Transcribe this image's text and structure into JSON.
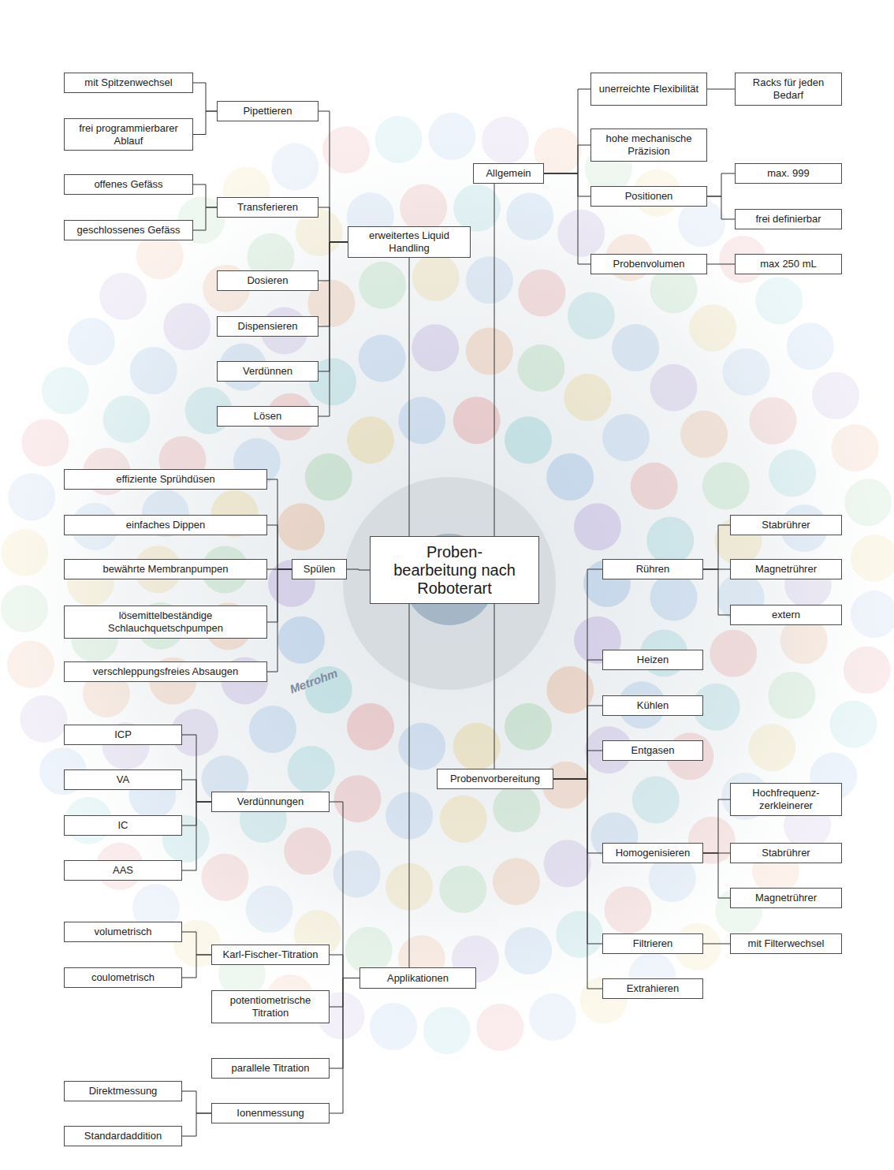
{
  "diagram": {
    "nodes": [
      {
        "text": [
          "Proben- bearbeitung nach Roboterart"
        ]
      },
      {
        "text": [
          "Allgemein"
        ]
      },
      {
        "text": [
          "unerreichte Flexibilität"
        ]
      },
      {
        "text": [
          "Racks für jeden Bedarf"
        ]
      },
      {
        "text": [
          "hohe mechanische Präzision"
        ]
      },
      {
        "text": [
          "Positionen"
        ]
      },
      {
        "text": [
          "max. 999"
        ]
      },
      {
        "text": [
          "frei definierbar"
        ]
      },
      {
        "text": [
          "Probenvolumen"
        ]
      },
      {
        "text": [
          "max 250 mL"
        ]
      },
      {
        "text": [
          "erweitertes Liquid Handling"
        ]
      },
      {
        "text": [
          "Pipettieren"
        ]
      },
      {
        "text": [
          "mit Spitzenwechsel"
        ]
      },
      {
        "text": [
          "frei programmierbarer Ablauf"
        ]
      },
      {
        "text": [
          "Transferieren"
        ]
      },
      {
        "text": [
          "offenes Gefäss"
        ]
      },
      {
        "text": [
          "geschlossenes Gefäss"
        ]
      },
      {
        "text": [
          "Dosieren"
        ]
      },
      {
        "text": [
          "Dispensieren"
        ]
      },
      {
        "text": [
          "Verdünnen"
        ]
      },
      {
        "text": [
          "Lösen"
        ]
      },
      {
        "text": [
          "Spülen"
        ]
      },
      {
        "text": [
          "effiziente Sprühdüsen"
        ]
      },
      {
        "text": [
          "einfaches Dippen"
        ]
      },
      {
        "text": [
          "bewährte Membranpumpen"
        ]
      },
      {
        "text": [
          "lösemittelbeständige Schlauchquetschpumpen"
        ]
      },
      {
        "text": [
          "verschleppungsfreies Absaugen"
        ]
      },
      {
        "text": [
          "Applikationen"
        ]
      },
      {
        "text": [
          "Verdünnungen"
        ]
      },
      {
        "text": [
          "ICP"
        ]
      },
      {
        "text": [
          "VA"
        ]
      },
      {
        "text": [
          "IC"
        ]
      },
      {
        "text": [
          "AAS"
        ]
      },
      {
        "text": [
          "Karl-Fischer-Titration"
        ]
      },
      {
        "text": [
          "volumetrisch"
        ]
      },
      {
        "text": [
          "coulometrisch"
        ]
      },
      {
        "text": [
          "potentiometrische Titration"
        ]
      },
      {
        "text": [
          "parallele Titration"
        ]
      },
      {
        "text": [
          "Ionenmessung"
        ]
      },
      {
        "text": [
          "Direktmessung"
        ]
      },
      {
        "text": [
          "Standardaddition"
        ]
      },
      {
        "text": [
          "Probenvorbereitung"
        ]
      },
      {
        "text": [
          "Rühren"
        ]
      },
      {
        "text": [
          "Stabrührer"
        ]
      },
      {
        "text": [
          "Magnetrührer"
        ]
      },
      {
        "text": [
          "extern"
        ]
      },
      {
        "text": [
          "Heizen"
        ]
      },
      {
        "text": [
          "Kühlen"
        ]
      },
      {
        "text": [
          "Entgasen"
        ]
      },
      {
        "text": [
          "Homogenisieren"
        ]
      },
      {
        "text": [
          "Hochfrequenz- zerkleinerer"
        ]
      },
      {
        "text": [
          "Stabrührer"
        ]
      },
      {
        "text": [
          "Magnetrührer"
        ]
      },
      {
        "text": [
          "Filtrieren"
        ]
      },
      {
        "text": [
          "mit Filterwechsel"
        ]
      },
      {
        "text": [
          "Extrahieren"
        ]
      }
    ],
    "edges": [
      {
        "from": 0,
        "to": 1,
        "arrow": "none"
      },
      {
        "from": 1,
        "to": 2,
        "arrow": "none"
      },
      {
        "from": 2,
        "to": 3,
        "arrow": "none"
      },
      {
        "from": 1,
        "to": 4,
        "arrow": "none"
      },
      {
        "from": 1,
        "to": 5,
        "arrow": "none"
      },
      {
        "from": 5,
        "to": 6,
        "arrow": "none"
      },
      {
        "from": 5,
        "to": 7,
        "arrow": "none"
      },
      {
        "from": 1,
        "to": 8,
        "arrow": "none"
      },
      {
        "from": 8,
        "to": 9,
        "arrow": "none"
      },
      {
        "from": 0,
        "to": 10,
        "arrow": "none"
      },
      {
        "from": 10,
        "to": 11,
        "arrow": "none"
      },
      {
        "from": 11,
        "to": 12,
        "arrow": "none"
      },
      {
        "from": 11,
        "to": 13,
        "arrow": "none"
      },
      {
        "from": 10,
        "to": 14,
        "arrow": "none"
      },
      {
        "from": 14,
        "to": 15,
        "arrow": "none"
      },
      {
        "from": 14,
        "to": 16,
        "arrow": "none"
      },
      {
        "from": 10,
        "to": 17,
        "arrow": "none"
      },
      {
        "from": 10,
        "to": 18,
        "arrow": "none"
      },
      {
        "from": 10,
        "to": 19,
        "arrow": "none"
      },
      {
        "from": 10,
        "to": 20,
        "arrow": "none"
      },
      {
        "from": 0,
        "to": 21,
        "arrow": "none"
      },
      {
        "from": 21,
        "to": 22,
        "arrow": "none"
      },
      {
        "from": 21,
        "to": 23,
        "arrow": "none"
      },
      {
        "from": 21,
        "to": 24,
        "arrow": "none"
      },
      {
        "from": 21,
        "to": 25,
        "arrow": "none"
      },
      {
        "from": 21,
        "to": 26,
        "arrow": "none"
      },
      {
        "from": 0,
        "to": 27,
        "arrow": "none"
      },
      {
        "from": 27,
        "to": 28,
        "arrow": "none"
      },
      {
        "from": 28,
        "to": 29,
        "arrow": "none"
      },
      {
        "from": 28,
        "to": 30,
        "arrow": "none"
      },
      {
        "from": 28,
        "to": 31,
        "arrow": "none"
      },
      {
        "from": 28,
        "to": 32,
        "arrow": "none"
      },
      {
        "from": 27,
        "to": 33,
        "arrow": "none"
      },
      {
        "from": 33,
        "to": 34,
        "arrow": "none"
      },
      {
        "from": 33,
        "to": 35,
        "arrow": "none"
      },
      {
        "from": 27,
        "to": 36,
        "arrow": "none"
      },
      {
        "from": 27,
        "to": 37,
        "arrow": "none"
      },
      {
        "from": 27,
        "to": 38,
        "arrow": "none"
      },
      {
        "from": 38,
        "to": 39,
        "arrow": "none"
      },
      {
        "from": 38,
        "to": 40,
        "arrow": "none"
      },
      {
        "from": 0,
        "to": 41,
        "arrow": "none"
      },
      {
        "from": 41,
        "to": 42,
        "arrow": "none"
      },
      {
        "from": 42,
        "to": 43,
        "arrow": "none"
      },
      {
        "from": 42,
        "to": 44,
        "arrow": "none"
      },
      {
        "from": 42,
        "to": 45,
        "arrow": "none"
      },
      {
        "from": 41,
        "to": 46,
        "arrow": "none"
      },
      {
        "from": 41,
        "to": 47,
        "arrow": "none"
      },
      {
        "from": 41,
        "to": 48,
        "arrow": "none"
      },
      {
        "from": 41,
        "to": 49,
        "arrow": "none"
      },
      {
        "from": 49,
        "to": 50,
        "arrow": "none"
      },
      {
        "from": 49,
        "to": 51,
        "arrow": "none"
      },
      {
        "from": 49,
        "to": 52,
        "arrow": "none"
      },
      {
        "from": 41,
        "to": 53,
        "arrow": "none"
      },
      {
        "from": 53,
        "to": 54,
        "arrow": "none"
      },
      {
        "from": 41,
        "to": 55,
        "arrow": "none"
      }
    ],
    "labels": [
      "Metrohm"
    ]
  }
}
